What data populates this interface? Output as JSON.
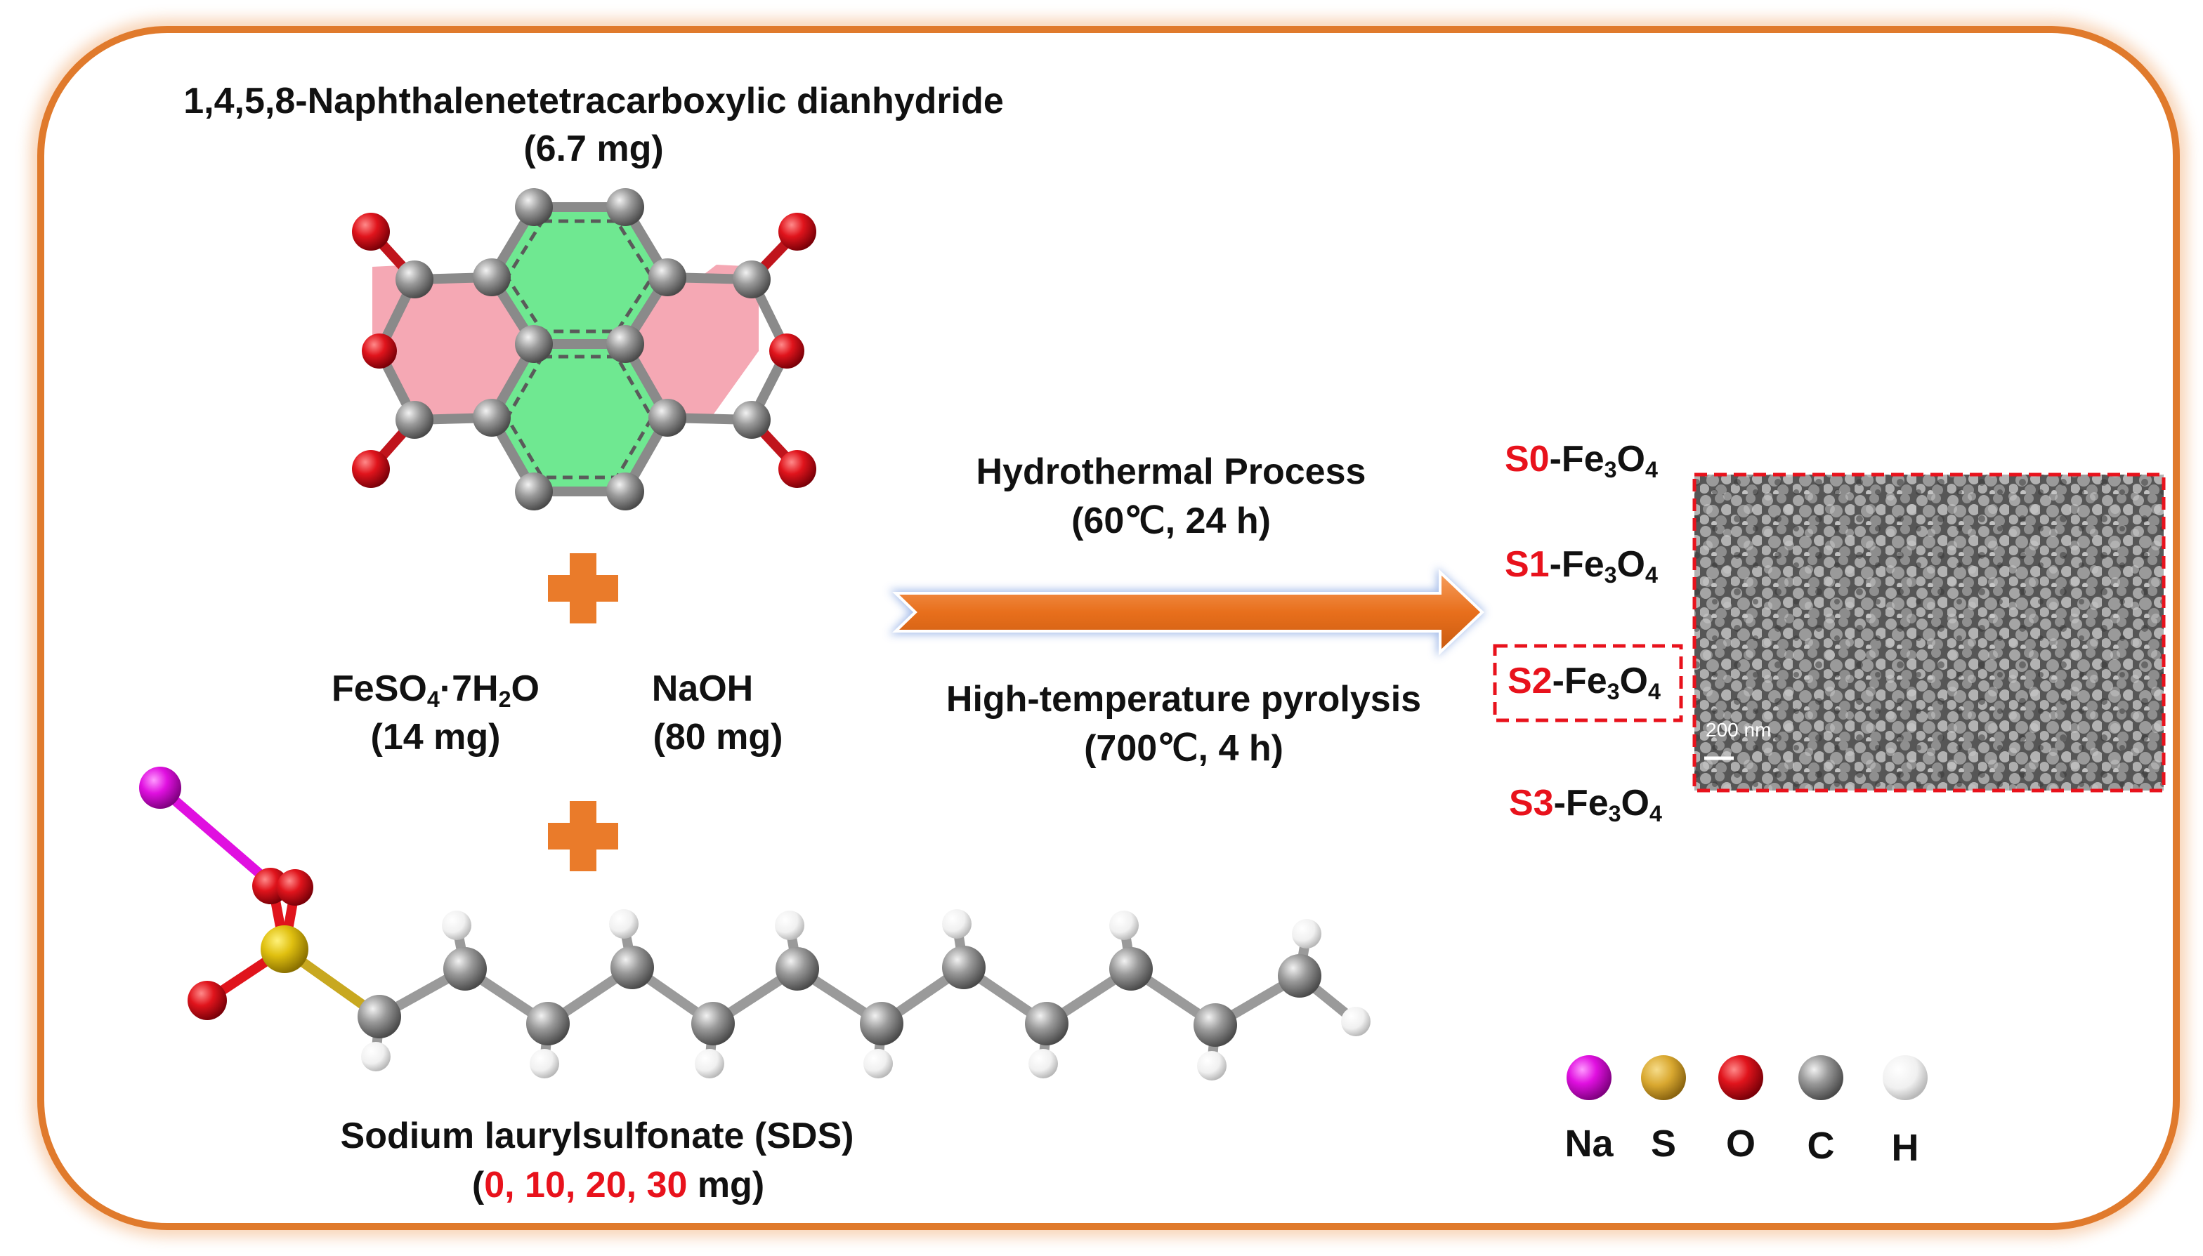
{
  "title_main": "1,4,5,8-Naphthalenetetracarboxylic dianhydride",
  "title_mass": "(6.7 mg)",
  "reagent_fe": {
    "formula_a": "FeSO",
    "sub_a": "4",
    "formula_b": "·7H",
    "sub_b": "2",
    "formula_c": "O",
    "mass": "(14 mg)"
  },
  "reagent_naoh": {
    "name": "NaOH",
    "mass": "(80 mg)"
  },
  "sds": {
    "name": "Sodium laurylsulfonate (SDS)",
    "open": "(",
    "amounts": [
      "0",
      "10",
      "20",
      "30"
    ],
    "sep": ", ",
    "unit": " mg)"
  },
  "process": {
    "top_line1": "Hydrothermal Process",
    "top_line2": "(60℃, 24 h)",
    "bottom_line1": "High-temperature pyrolysis",
    "bottom_line2": "(700℃, 4 h)"
  },
  "samples": [
    {
      "code": "S0",
      "suffix": "-Fe",
      "sub1": "3",
      "o": "O",
      "sub2": "4"
    },
    {
      "code": "S1",
      "suffix": "-Fe",
      "sub1": "3",
      "o": "O",
      "sub2": "4"
    },
    {
      "code": "S2",
      "suffix": "-Fe",
      "sub1": "3",
      "o": "O",
      "sub2": "4"
    },
    {
      "code": "S3",
      "suffix": "-Fe",
      "sub1": "3",
      "o": "O",
      "sub2": "4"
    }
  ],
  "sem_scale_bar": "200 nm",
  "legend": [
    {
      "label": "Na",
      "color": "#e010e0"
    },
    {
      "label": "S",
      "color": "#d9a830"
    },
    {
      "label": "O",
      "color": "#e0141c"
    },
    {
      "label": "C",
      "color": "#8c8c8c"
    },
    {
      "label": "H",
      "color": "#f4f4f4"
    }
  ],
  "colors": {
    "frame": "#e07a2c",
    "arrow": "#ea7b2a",
    "plus": "#ea7b2a",
    "ring_green": "#70e890",
    "ring_pink": "#f5a8b4",
    "highlight": "#e8121c"
  }
}
